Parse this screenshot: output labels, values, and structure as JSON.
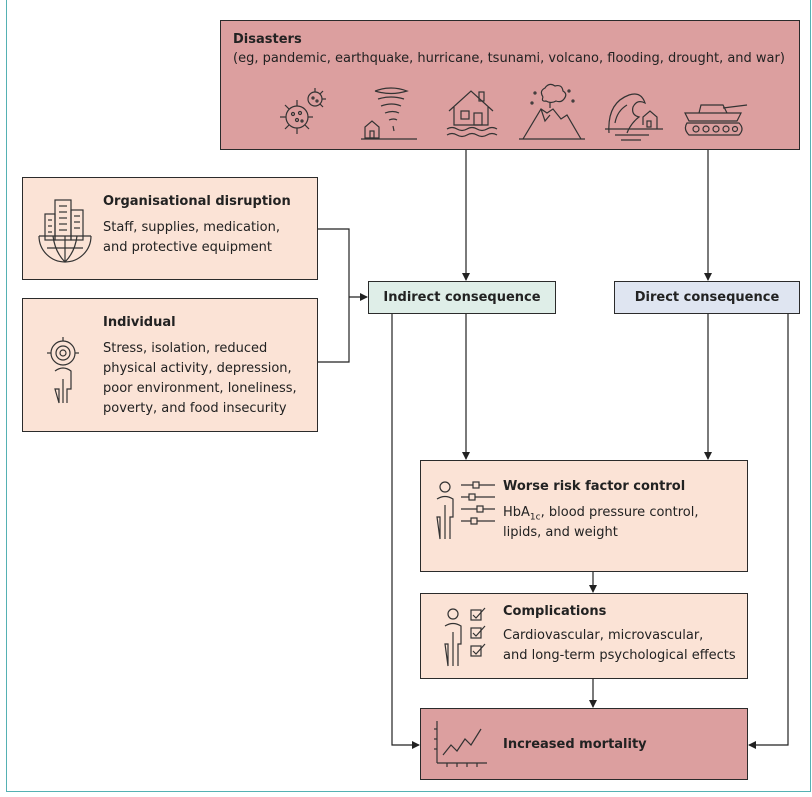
{
  "disasters": {
    "title": "Disasters",
    "subtitle": "(eg, pandemic, earthquake, hurricane, tsunami, volcano, flooding, drought, and war)",
    "icons": [
      "virus-icon",
      "tornado-icon",
      "flooded-house-icon",
      "volcano-icon",
      "tsunami-icon",
      "tank-icon"
    ]
  },
  "organisational": {
    "title": "Organisational disruption",
    "lines": [
      "Staff, supplies, medication,",
      "and protective equipment"
    ],
    "icon": "building-globe-icon"
  },
  "individual": {
    "title": "Individual",
    "lines": [
      "Stress, isolation, reduced",
      "physical activity, depression,",
      "poor environment, loneliness,",
      "poverty, and food insecurity"
    ],
    "icon": "person-target-icon"
  },
  "indirect": {
    "label": "Indirect consequence"
  },
  "direct": {
    "label": "Direct consequence"
  },
  "worse": {
    "title": "Worse risk factor control",
    "hba_main": "HbA",
    "hba_sub": "1c",
    "line1_rest": ", blood pressure control,",
    "line2": "lipids, and weight",
    "icon": "person-sliders-icon"
  },
  "complications": {
    "title": "Complications",
    "lines": [
      "Cardiovascular, microvascular,",
      "and long-term psychological effects"
    ],
    "icon": "person-checklist-icon"
  },
  "mortality": {
    "title": "Increased mortality",
    "icon": "line-chart-icon"
  },
  "colors": {
    "disaster_fill": "#dc9f9f",
    "peach_fill": "#fbe3d6",
    "indirect_fill": "#dfeee8",
    "direct_fill": "#dfe5f1",
    "frame": "#55b1b3"
  }
}
